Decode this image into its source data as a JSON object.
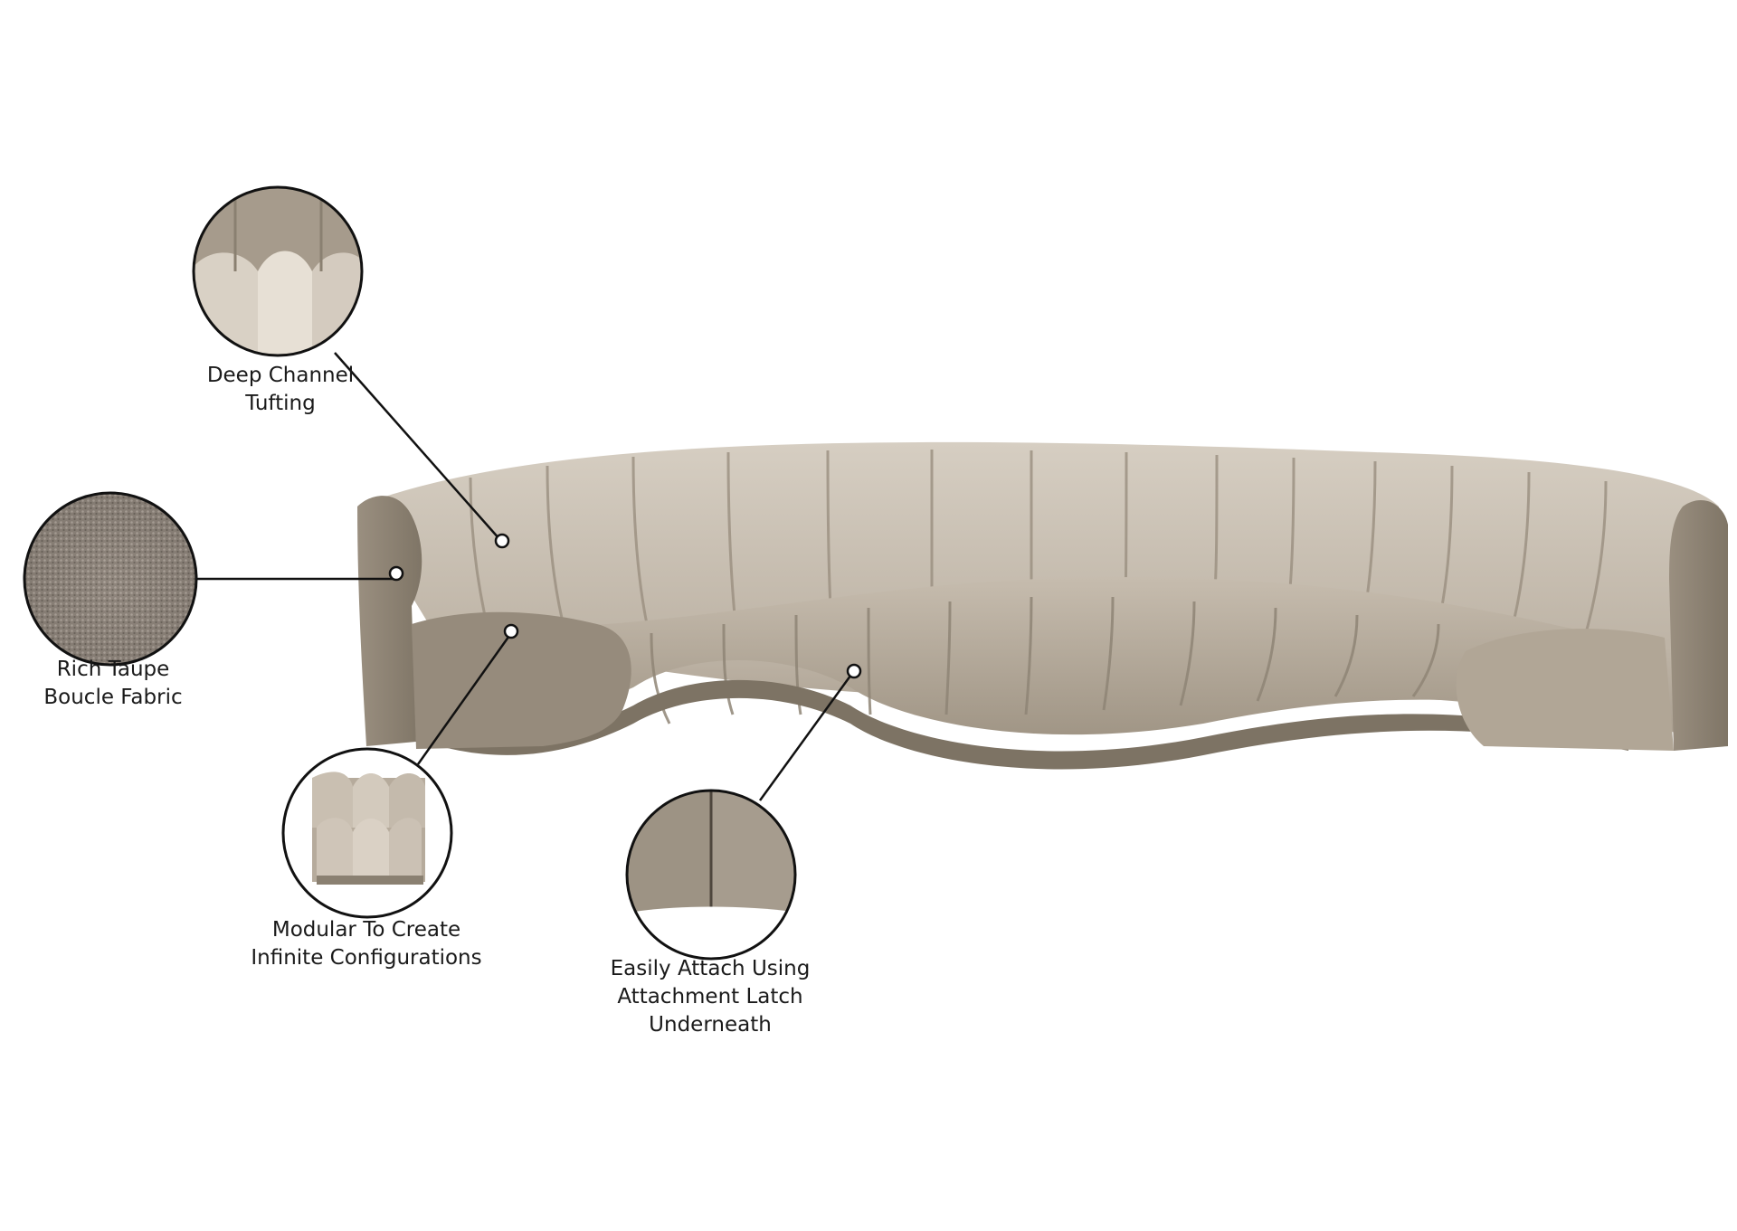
{
  "colors": {
    "fabric_light": "#cfc6b9",
    "fabric_mid": "#b4aa9c",
    "fabric_dark": "#8f8576",
    "fabric_shadow": "#6f665a",
    "callout_line": "#111111"
  },
  "callouts": [
    {
      "id": "tufting",
      "lines": [
        "Deep Channel",
        "Tufting"
      ]
    },
    {
      "id": "fabric",
      "lines": [
        "Rich Taupe",
        "Boucle Fabric"
      ]
    },
    {
      "id": "modular",
      "lines": [
        "Modular To Create",
        "Infinite Configurations"
      ]
    },
    {
      "id": "attach",
      "lines": [
        "Easily Attach Using",
        "Attachment Latch",
        "Underneath"
      ]
    }
  ]
}
